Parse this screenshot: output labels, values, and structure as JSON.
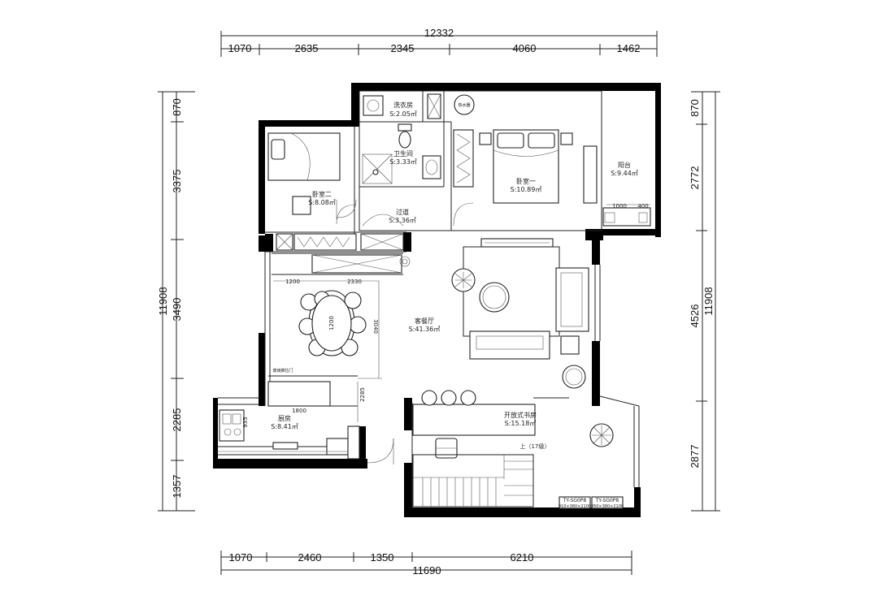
{
  "dimensions": {
    "top_total": "12332",
    "top_segments": [
      "1070",
      "2635",
      "2345",
      "4060",
      "1462"
    ],
    "bottom_total": "11690",
    "bottom_segments": [
      "1070",
      "2460",
      "1350",
      "6210"
    ],
    "left_total": "11908",
    "left_segments": [
      "870",
      "3375",
      "3490",
      "2285",
      "1357"
    ],
    "right_total": "11908",
    "right_segments": [
      "870",
      "2772",
      "4526",
      "2877"
    ],
    "interior": [
      "1200",
      "2330",
      "3040",
      "1200",
      "2285",
      "1800",
      "935",
      "1000",
      "400"
    ]
  },
  "rooms": {
    "laundry": {
      "name": "洗衣房",
      "area": "S:2.05㎡"
    },
    "bathroom": {
      "name": "卫生间",
      "area": "S:3.33㎡"
    },
    "bedroom2": {
      "name": "卧室二",
      "area": "S:8.08㎡"
    },
    "hallway": {
      "name": "过道",
      "area": "S:3.36㎡"
    },
    "bedroom1": {
      "name": "卧室一",
      "area": "S:10.89㎡"
    },
    "balcony": {
      "name": "阳台",
      "area": "S:9.44㎡"
    },
    "living": {
      "name": "客餐厅",
      "area": "S:41.36㎡"
    },
    "kitchen": {
      "name": "厨房",
      "area": "S:8.41㎡"
    },
    "study": {
      "name": "开放式书房",
      "area": "S:15.18㎡"
    }
  },
  "annotations": {
    "water_heater": "热水器",
    "stairs": "上（17级）",
    "sliding_door": "玻璃推拉门",
    "tv_model_1": "TY-SG0P8",
    "tv_model_2": "TY-SG0P8",
    "tv_size_1": "910×380×2100",
    "tv_size_2": "950×380×2100"
  }
}
